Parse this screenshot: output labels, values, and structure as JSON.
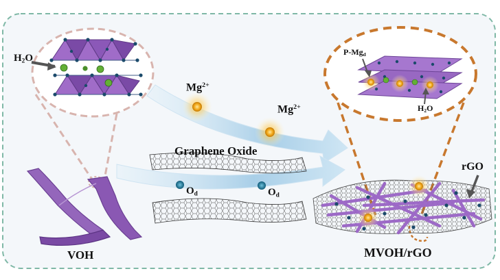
{
  "labels": {
    "h2o_left": {
      "main": "H",
      "sub": "2",
      "tail": "O"
    },
    "mg_top": {
      "main": "Mg",
      "sup": "2+"
    },
    "mg_right": {
      "main": "Mg",
      "sup": "2+"
    },
    "graphene_oxide": "Graphene Oxide",
    "od_left": {
      "main": "O",
      "sub": "d"
    },
    "od_right": {
      "main": "O",
      "sub": "d"
    },
    "voh": "VOH",
    "mvoh_rgo": "MVOH/rGO",
    "rgo": "rGO",
    "p_mg": {
      "main": "P-Mg",
      "sub": "d"
    },
    "h2o_right": {
      "main": "H",
      "sub": "2",
      "tail": "O"
    }
  },
  "colors": {
    "frame_border": "#7fb8a6",
    "frame_fill": "#f4f7fa",
    "dash_left": "#d8b4ae",
    "dash_right": "#c8782e",
    "vanadium_purple": "#8e5cb4",
    "arrow_blue": "#b9d8ec",
    "mg_gold": "#f2a819",
    "o_blue": "#15708f",
    "green_atom": "#63b035",
    "node_dark": "#1b4a6b"
  }
}
